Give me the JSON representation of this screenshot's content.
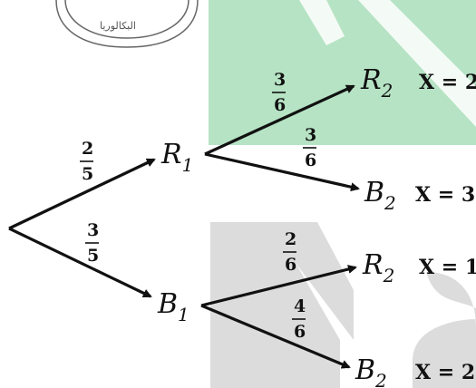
{
  "seal_text": "البكالوريا",
  "watermark_letters": "Ma",
  "colors": {
    "watermark_green": "#b6e3c4",
    "watermark_gray": "#dcdcdc",
    "ink": "#111111"
  },
  "tree": {
    "level1": [
      {
        "node": "R",
        "sub": "1",
        "prob_num": "2",
        "prob_den": "5"
      },
      {
        "node": "B",
        "sub": "1",
        "prob_num": "3",
        "prob_den": "5"
      }
    ],
    "level2": [
      {
        "node": "R",
        "sub": "2",
        "prob_num": "3",
        "prob_den": "6",
        "outcome": "X = 2"
      },
      {
        "node": "B",
        "sub": "2",
        "prob_num": "3",
        "prob_den": "6",
        "outcome": "X = 3"
      },
      {
        "node": "R",
        "sub": "2",
        "prob_num": "2",
        "prob_den": "6",
        "outcome": "X = 1"
      },
      {
        "node": "B",
        "sub": "2",
        "prob_num": "4",
        "prob_den": "6",
        "outcome": "X = 2"
      }
    ]
  }
}
